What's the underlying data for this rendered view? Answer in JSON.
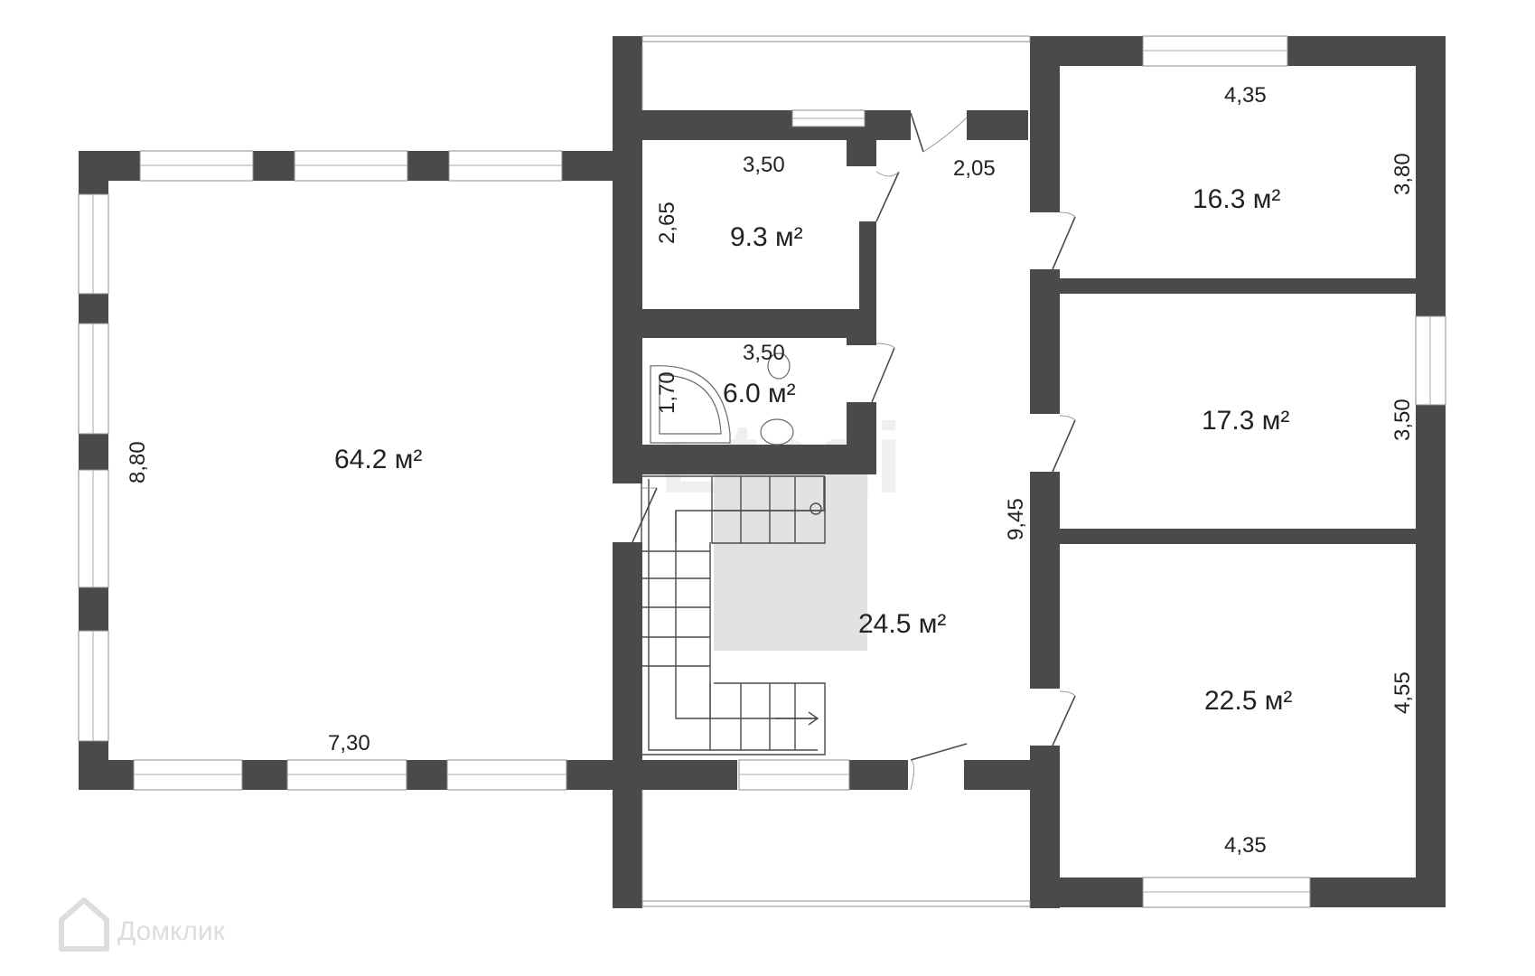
{
  "watermark": "Etagi",
  "brand": {
    "name": "Домклик",
    "icon": "house-icon"
  },
  "colors": {
    "wall": "#4a4a4b",
    "stairs_fill": "#e2e2e2",
    "background": "#ffffff"
  },
  "rooms": {
    "living": {
      "area": "64.2 м²",
      "width": "7,30",
      "height": "8,80"
    },
    "room_small": {
      "area": "9.3 м²",
      "width": "3,50",
      "height": "2,65"
    },
    "bathroom": {
      "area": "6.0 м²",
      "width": "3,50",
      "height": "1,70"
    },
    "hall": {
      "area": "24.5 м²",
      "width": "2,05",
      "length": "9,45"
    },
    "bedroom_top": {
      "area": "16.3 м²",
      "width": "4,35",
      "height": "3,80"
    },
    "bedroom_middle": {
      "area": "17.3 м²",
      "height": "3,50"
    },
    "bedroom_bottom": {
      "area": "22.5 м²",
      "width": "4,35",
      "height": "4,55"
    }
  }
}
